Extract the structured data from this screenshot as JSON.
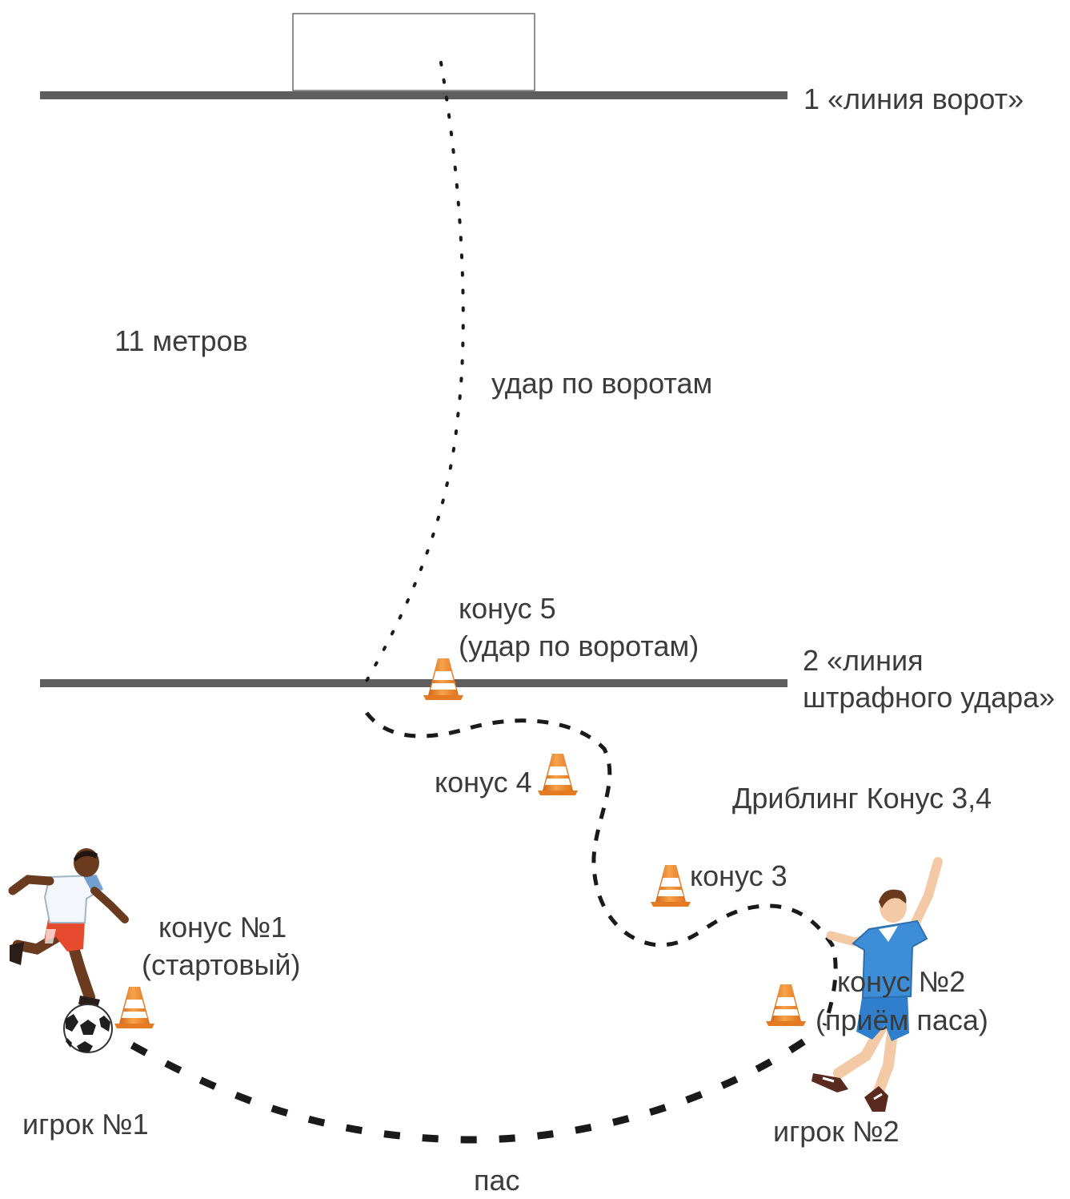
{
  "title": "",
  "labels": {
    "goal_line": "1 «линия ворот»",
    "distance": "11 метров",
    "shot_path": "удар по воротам",
    "cone5_line1": "конус 5",
    "cone5_line2": "(удар по воротам)",
    "penalty_line_1": "2 «линия",
    "penalty_line_2": "штрафного удара»",
    "cone4": "конус 4",
    "dribbling": "Дриблинг Конус 3,4",
    "cone3": "конус 3",
    "cone1_line1": "конус №1",
    "cone1_line2": "(стартовый)",
    "cone2_line1": "конус №2",
    "cone2_line2": "(приём паса)",
    "player1": "игрок №1",
    "player2": "игрок №2",
    "pass": "пас"
  },
  "colors": {
    "line": "#5e5e5e",
    "path": "#1a1a1a",
    "cone_orange": "#f28a1e",
    "cone_stripe": "#ffffff",
    "shirt_blue": "#3d8ed6",
    "shorts_red": "#e64a2e",
    "skin_dark": "#6a3b1f",
    "skin_light": "#f3c9a6"
  },
  "icons": [
    "goal-frame",
    "traffic-cone-icon",
    "soccer-ball-icon",
    "player-kicking-figure",
    "player-receiving-figure"
  ]
}
